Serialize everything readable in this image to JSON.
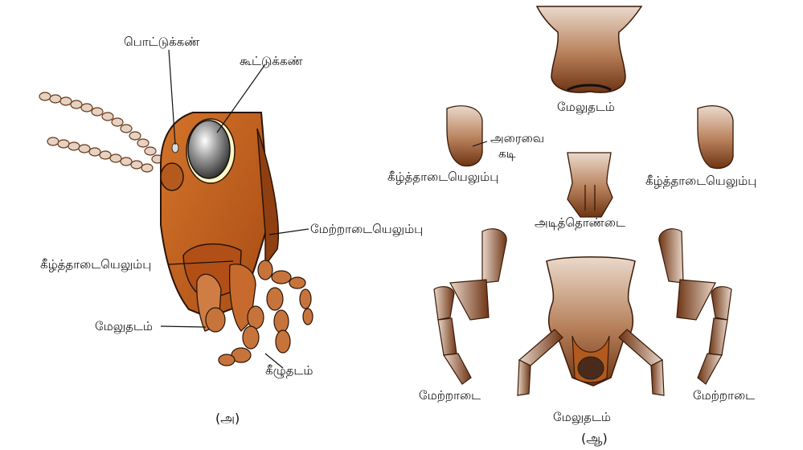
{
  "panel_a": {
    "caption": "(அ)",
    "labels": {
      "ocellus": "பொட்டுக்கண்",
      "compound_eye": "கூட்டுக்கண்",
      "mandible": "மேற்றாடையெலும்பு",
      "maxilla": "கீழ்த்தாடையெலும்பு",
      "labrum": "மேலுதடம்",
      "labium": "கீழுதடம்"
    }
  },
  "panel_b": {
    "caption": "(ஆ)",
    "labels": {
      "labrum_top": "மேலுதடம்",
      "cardo_line1": "அரைவை",
      "cardo_line2": "கடி",
      "maxilla_left": "கீழ்த்தாடையெலும்பு",
      "maxilla_right": "கீழ்த்தாடையெலும்பு",
      "hypopharynx": "அடித்தொண்டை",
      "mandible_left": "மேற்றாடை",
      "mandible_right": "மேற்றாடை",
      "labium_bottom": "மேலுதடம்"
    }
  },
  "colors": {
    "head": "#c8621c",
    "head_dark": "#8a3a0e",
    "brown_light": "#e6d3c3",
    "brown_dark": "#7a3f1a",
    "line": "#222222"
  }
}
